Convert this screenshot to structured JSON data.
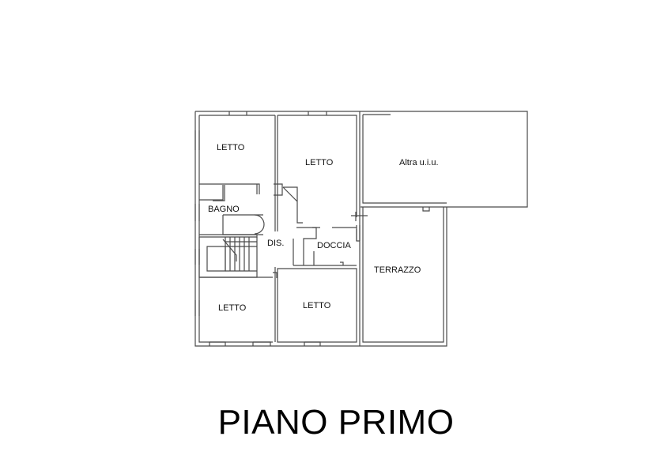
{
  "title": "PIANO PRIMO",
  "rooms": {
    "letto_top_left": "LETTO",
    "letto_top_center": "LETTO",
    "altra_uiu": "Altra u.i.u.",
    "bagno": "BAGNO",
    "dis": "DIS.",
    "doccia": "DOCCIA",
    "terrazzo": "TERRAZZO",
    "letto_bottom_left": "LETTO",
    "letto_bottom_center": "LETTO"
  },
  "colors": {
    "wall": "#4a4a4a",
    "background": "#ffffff",
    "text": "#111111"
  }
}
